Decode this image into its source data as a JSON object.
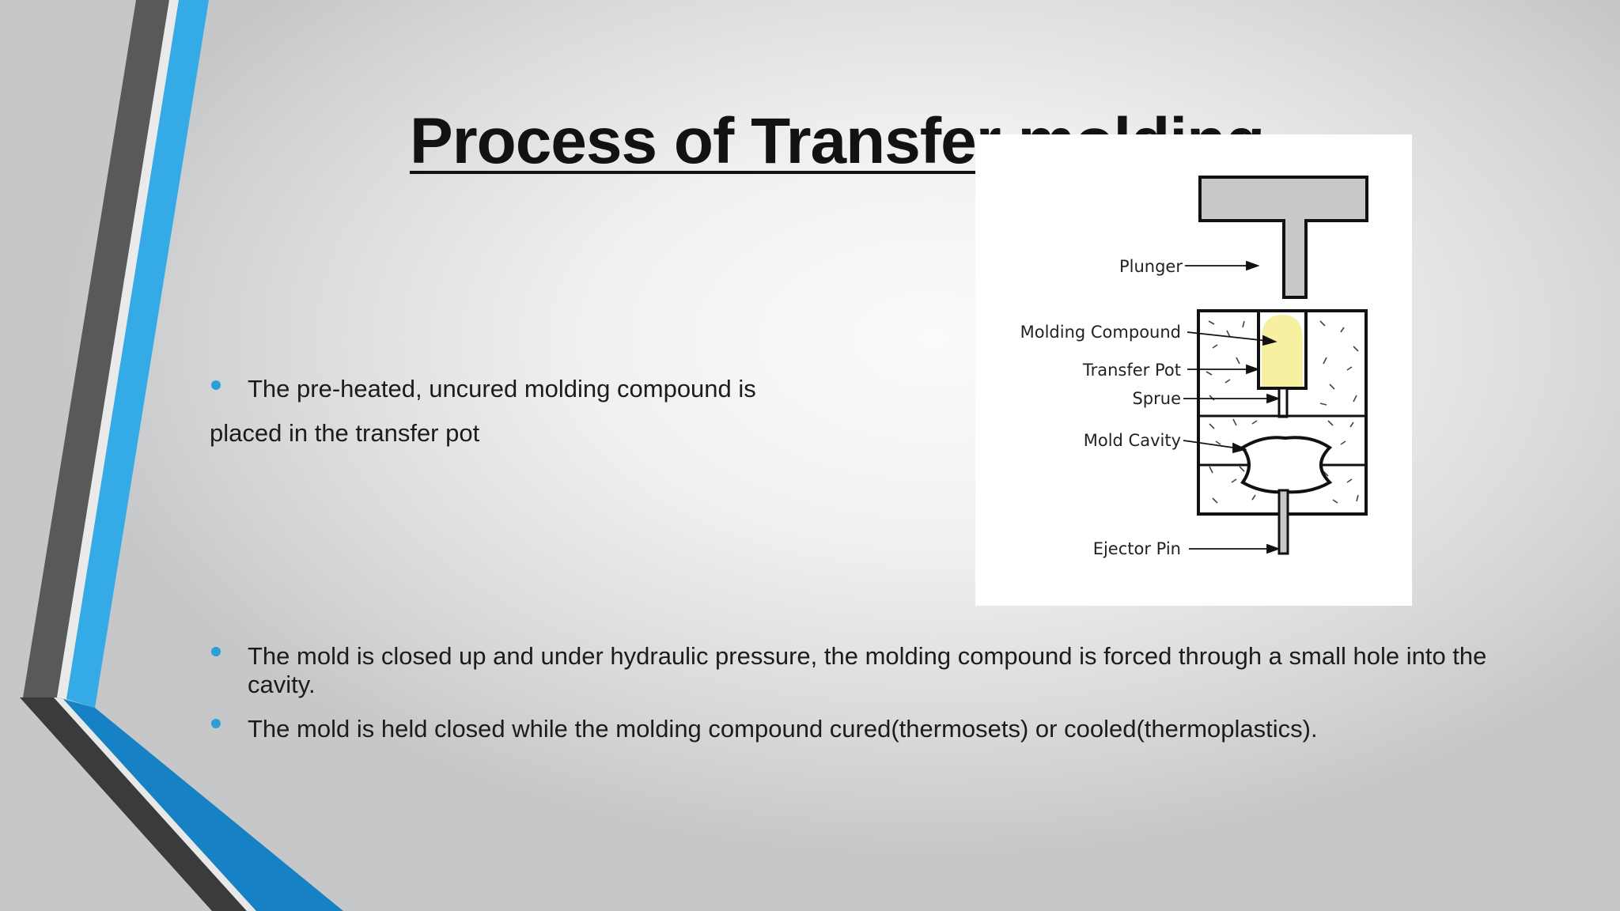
{
  "slide": {
    "title": "Process of Transfer molding",
    "bullets": [
      {
        "text": "The pre-heated, uncured molding compound is",
        "continuation": "placed in the transfer pot"
      },
      {
        "text": "The mold is closed up and under hydraulic pressure, the molding compound is forced through a small hole into the cavity."
      },
      {
        "text": "The mold is held closed while the molding compound cured(thermosets) or cooled(thermoplastics)."
      }
    ]
  },
  "diagram": {
    "labels": {
      "plunger": "Plunger",
      "compound": "Molding Compound",
      "pot": "Transfer Pot",
      "sprue": "Sprue",
      "cavity": "Mold Cavity",
      "ejector": "Ejector Pin"
    },
    "colors": {
      "plunger_fill": "#c8c8cb",
      "compound_fill": "#f6f0a0",
      "accent_blue": "#2fa6e1",
      "dark_stripe": "#4b4c4e"
    }
  }
}
